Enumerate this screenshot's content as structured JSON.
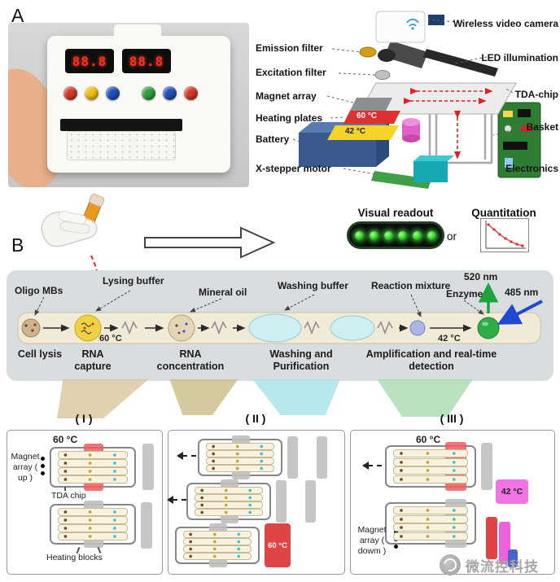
{
  "figure": {
    "panel_a": {
      "label": "A",
      "photo": {
        "display_left": "88.8",
        "display_right": "88.8"
      },
      "left_labels": [
        "Emission filter",
        "Excitation filter",
        "Magnet array",
        "Heating plates",
        "Battery",
        "X-stepper motor"
      ],
      "right_labels": [
        "Wireless video camera",
        "LED  illumination",
        "TDA-chip",
        "Basket",
        "Electronics"
      ],
      "temp_hot": "60 °C",
      "temp_warm": "42 °C"
    },
    "panel_b": {
      "label": "B",
      "readout": {
        "visual": "Visual readout",
        "or": "or",
        "quantitation": "Quantitation"
      },
      "reagent_labels": [
        "Oligo MBs",
        "Lysing buffer",
        "Mineral oil",
        "Washing buffer",
        "Reaction mixture",
        "Enzyme"
      ],
      "emission": "520 nm",
      "excitation": "485 nm",
      "temp_lysis": "60 °C",
      "temp_amp": "42 °C",
      "stages": [
        "Cell lysis",
        "RNA capture",
        "RNA concentration",
        "Washing and Purification",
        "Amplification and real-time detection"
      ]
    },
    "panel_c": {
      "i": {
        "title": "( I )",
        "temp": "60 °C",
        "magnet_label": "Magnet array ( up )",
        "chip_label": "TDA chip",
        "heating_label": "Heating blocks"
      },
      "ii": {
        "title": "( II )",
        "temp": "60 °C"
      },
      "iii": {
        "title": "( III )",
        "temp_top": "60 °C",
        "temp_mid": "42 °C",
        "magnet_label": "Magnet array ( dowm )"
      }
    },
    "watermark": "微流控科技",
    "colors": {
      "heating_60": "#e03030",
      "heating_42": "#f5d327",
      "magenta_block": "#f273e6",
      "detection_green": "#2fae46",
      "excitation_blue": "#2048d0",
      "emission_green": "#1fa33c",
      "button_colors": [
        "#d43a2a",
        "#f0c010",
        "#2050b8",
        "#2f9e40",
        "#2050b8",
        "#d43a2a"
      ]
    }
  }
}
